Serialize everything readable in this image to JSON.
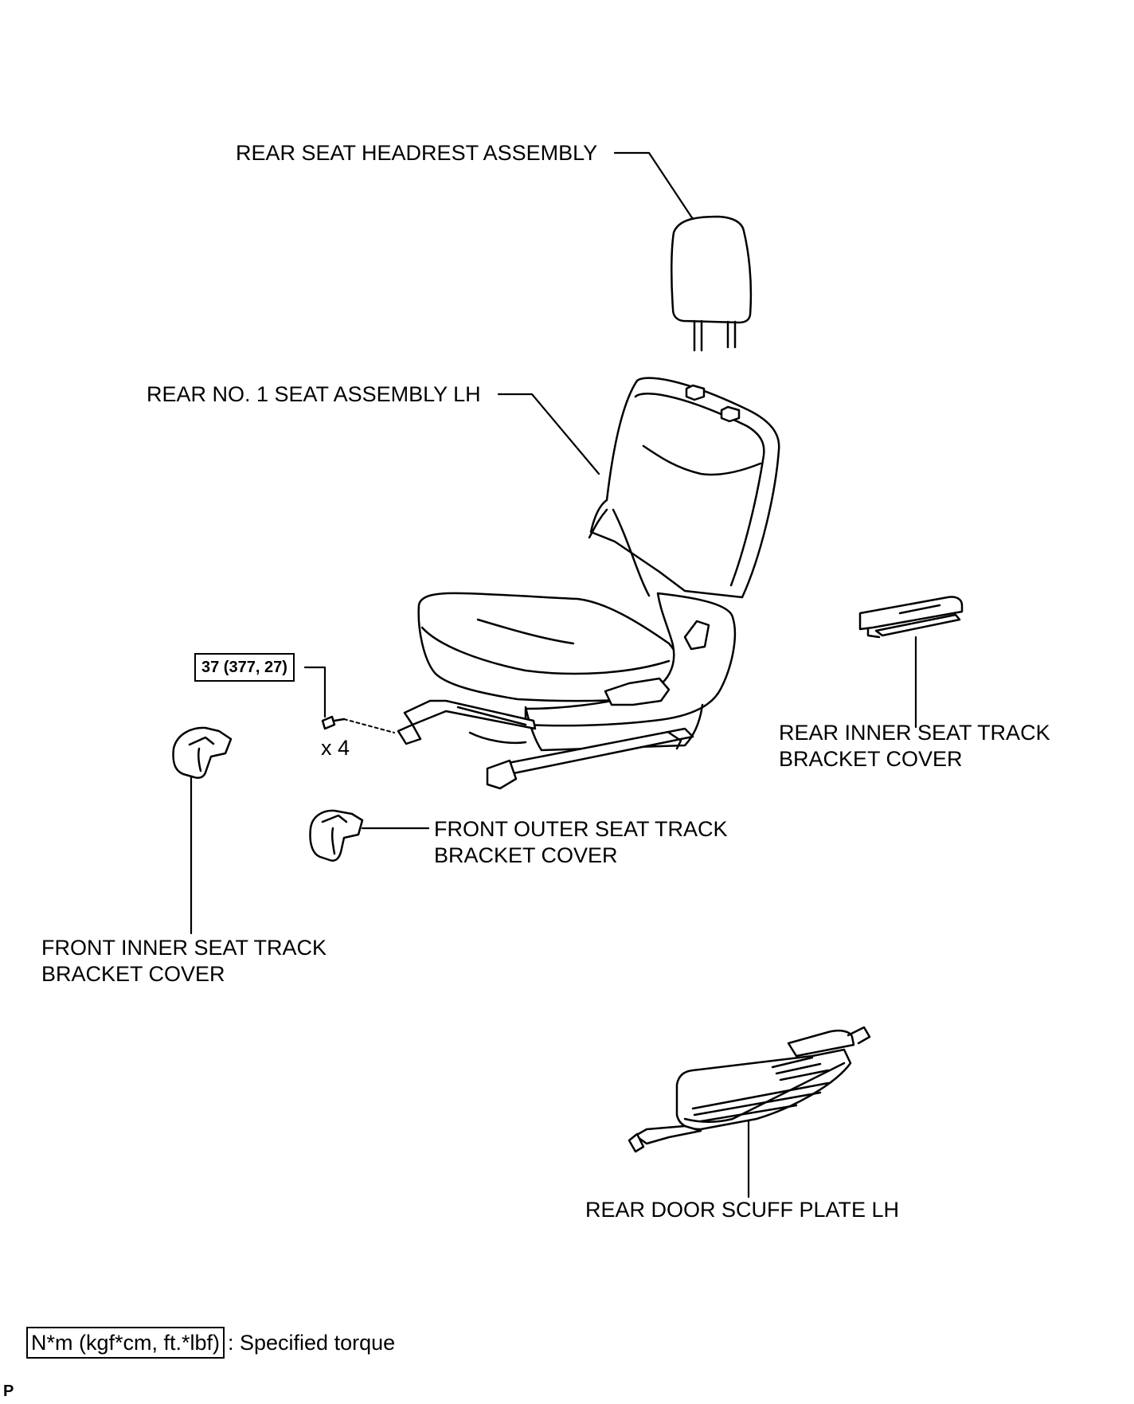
{
  "labels": {
    "headrest": "REAR SEAT HEADREST ASSEMBLY",
    "seat_assembly": "REAR NO. 1 SEAT ASSEMBLY LH",
    "rear_inner_cover_line1": "REAR INNER SEAT TRACK",
    "rear_inner_cover_line2": "BRACKET COVER",
    "front_outer_cover_line1": "FRONT OUTER SEAT TRACK",
    "front_outer_cover_line2": "BRACKET COVER",
    "front_inner_cover_line1": "FRONT INNER SEAT TRACK",
    "front_inner_cover_line2": "BRACKET COVER",
    "scuff_plate": "REAR DOOR SCUFF PLATE LH"
  },
  "torque": {
    "value": "37 (377, 27)",
    "quantity": "x 4"
  },
  "legend": {
    "unit": "N*m (kgf*cm, ft.*lbf)",
    "description": ": Specified torque"
  },
  "corner_mark": "P"
}
